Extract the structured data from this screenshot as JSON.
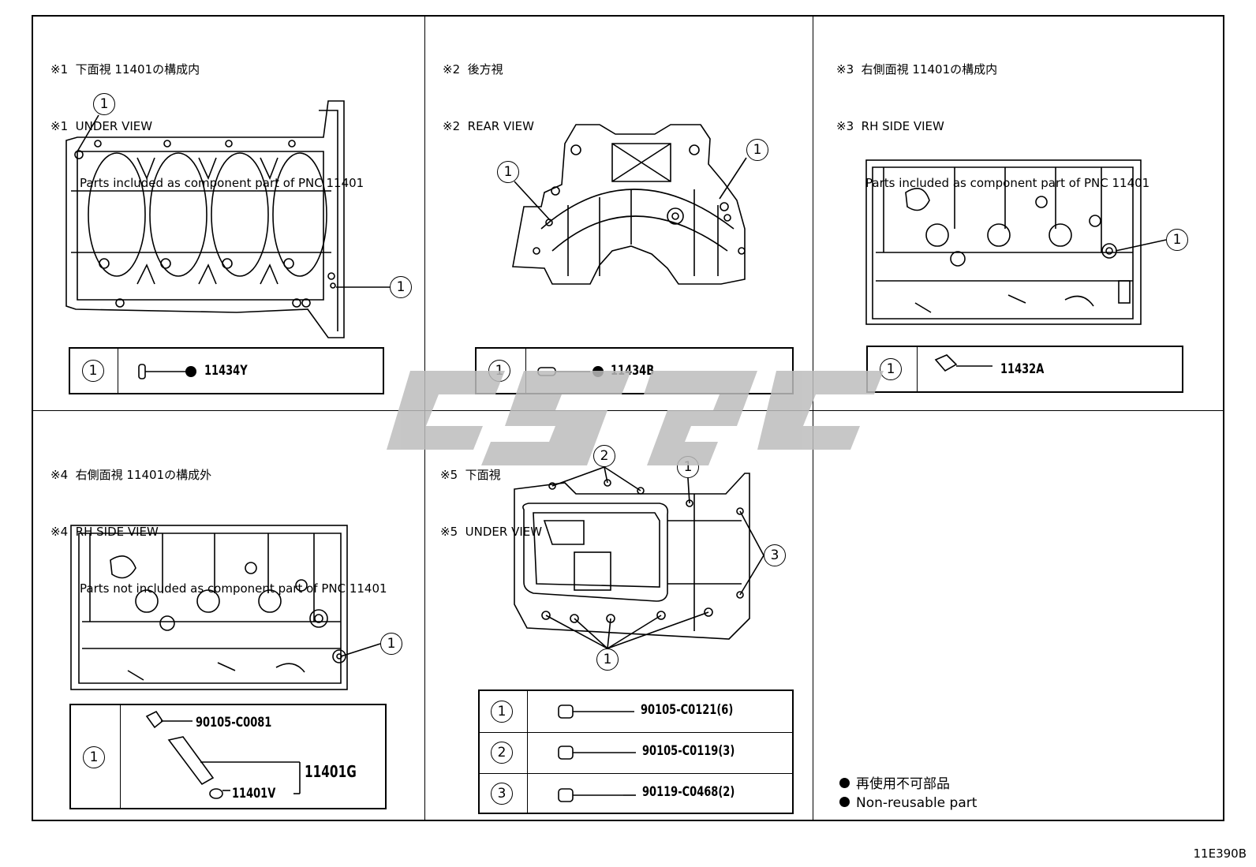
{
  "panels": [
    {
      "id": "1",
      "jp": "※1  下面視 11401の構成内",
      "en": "※1  UNDER VIEW",
      "sub": "Parts included as component part of PNC 11401",
      "rows": [
        {
          "key": "1",
          "part": "11434Y",
          "nonreusable": true
        }
      ]
    },
    {
      "id": "2",
      "jp": "※2  後方視",
      "en": "※2  REAR VIEW",
      "sub": "",
      "rows": [
        {
          "key": "1",
          "part": "11434B",
          "nonreusable": true
        }
      ]
    },
    {
      "id": "3",
      "jp": "※3  右側面視 11401の構成内",
      "en": "※3  RH SIDE VIEW",
      "sub": "Parts included as component part of PNC 11401",
      "rows": [
        {
          "key": "1",
          "part": "11432A",
          "nonreusable": false
        }
      ]
    },
    {
      "id": "4",
      "jp": "※4  右側面視 11401の構成外",
      "en": "※4  RH SIDE VIEW",
      "sub": "Parts not included as component part of PNC 11401",
      "rows": [
        {
          "key": "1",
          "parts": [
            "90105-C0081",
            "11401V",
            "11401G"
          ]
        }
      ]
    },
    {
      "id": "5",
      "jp": "※5  下面視",
      "en": "※5  UNDER VIEW",
      "sub": "",
      "rows": [
        {
          "key": "1",
          "part": "90105-C0121(6)"
        },
        {
          "key": "2",
          "part": "90105-C0119(3)"
        },
        {
          "key": "3",
          "part": "90119-C0468(2)"
        }
      ]
    }
  ],
  "callouts": {
    "one": "1",
    "two": "2",
    "three": "3"
  },
  "legend": {
    "jp": "再使用不可部品",
    "en": "Non-reusable part"
  },
  "figure_code": "11E390B",
  "colors": {
    "line": "#000000",
    "watermark": "#bdbdbd"
  }
}
